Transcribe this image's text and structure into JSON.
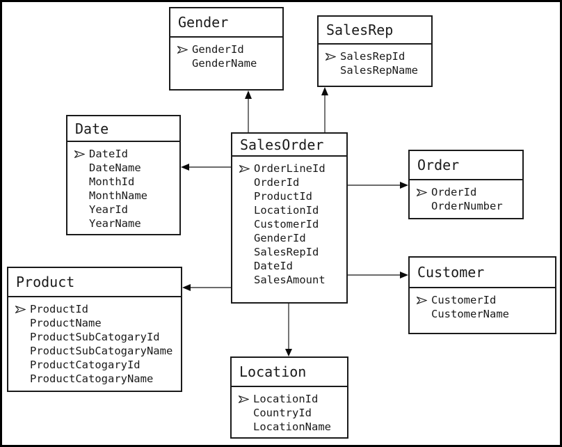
{
  "diagram": {
    "kind": "star-schema-entity-diagram",
    "fact_table": "SalesOrder",
    "tables": [
      {
        "name": "Gender",
        "pk": "GenderId",
        "fields": [
          "GenderId",
          "GenderName"
        ]
      },
      {
        "name": "SalesRep",
        "pk": "SalesRepId",
        "fields": [
          "SalesRepId",
          "SalesRepName"
        ]
      },
      {
        "name": "Date",
        "pk": "DateId",
        "fields": [
          "DateId",
          "DateName",
          "MonthId",
          "MonthName",
          "YearId",
          "YearName"
        ]
      },
      {
        "name": "SalesOrder",
        "pk": "OrderLineId",
        "fields": [
          "OrderLineId",
          "OrderId",
          "ProductId",
          "LocationId",
          "CustomerId",
          "GenderId",
          "SalesRepId",
          "DateId",
          "SalesAmount"
        ]
      },
      {
        "name": "Order",
        "pk": "OrderId",
        "fields": [
          "OrderId",
          "OrderNumber"
        ]
      },
      {
        "name": "Customer",
        "pk": "CustomerId",
        "fields": [
          "CustomerId",
          "CustomerName"
        ]
      },
      {
        "name": "Product",
        "pk": "ProductId",
        "fields": [
          "ProductId",
          "ProductName",
          "ProductSubCatogaryId",
          "ProductSubCatogaryName",
          "ProductCatogaryId",
          "ProductCatogaryName"
        ]
      },
      {
        "name": "Location",
        "pk": "LocationId",
        "fields": [
          "LocationId",
          "CountryId",
          "LocationName"
        ]
      }
    ],
    "relationships": [
      {
        "from": "SalesOrder",
        "to": "Gender"
      },
      {
        "from": "SalesOrder",
        "to": "SalesRep"
      },
      {
        "from": "SalesOrder",
        "to": "Date"
      },
      {
        "from": "SalesOrder",
        "to": "Order"
      },
      {
        "from": "SalesOrder",
        "to": "Customer"
      },
      {
        "from": "SalesOrder",
        "to": "Product"
      },
      {
        "from": "SalesOrder",
        "to": "Location"
      }
    ],
    "icons": {
      "primary_key": "right-arrowhead"
    },
    "colors": {
      "background": "#ffffff",
      "box_border": "#1a1a1a",
      "text": "#1a1a1a",
      "connector_line": "#3a3a3a",
      "arrowhead": "#0a0a0a",
      "outer_border": "#000000"
    }
  }
}
